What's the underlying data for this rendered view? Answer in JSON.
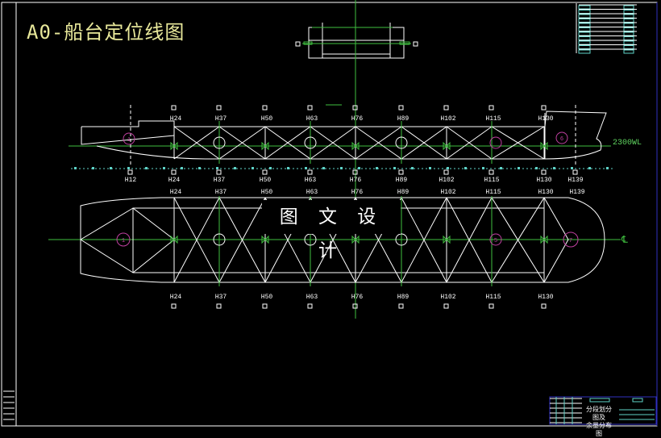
{
  "drawing": {
    "title": "A0-船台定位线图",
    "watermark": "图 文 设 计",
    "waterline_label": "2300WL",
    "centerline_symbol": "℄",
    "title_block": {
      "line1": "分段划分图及",
      "line2": "余量分布图"
    }
  },
  "side_view": {
    "top_stations": [
      "H24",
      "H37",
      "H50",
      "H63",
      "H76",
      "H89",
      "H102",
      "H115",
      "H130"
    ],
    "bottom_stations": [
      "H12",
      "H24",
      "H37",
      "H50",
      "H63",
      "H76",
      "H89",
      "H102",
      "H115",
      "H130",
      "H139"
    ],
    "block_numbers": [
      "1",
      "6"
    ]
  },
  "plan_view": {
    "top_stations": [
      "H24",
      "H37",
      "H50",
      "H63",
      "H76",
      "H89",
      "H102",
      "H115",
      "H130",
      "H139"
    ],
    "bottom_stations": [
      "H24",
      "H37",
      "H50",
      "H63",
      "H76",
      "H89",
      "H102",
      "H115",
      "H130"
    ],
    "block_numbers": [
      "1",
      "5",
      "7"
    ]
  },
  "colors": {
    "line": "#ffffff",
    "green": "#3fbf3f",
    "cyan": "#5fd3c8",
    "magenta": "#c040a0",
    "title": "#e8e89a",
    "frame_blue": "#3030c0"
  }
}
